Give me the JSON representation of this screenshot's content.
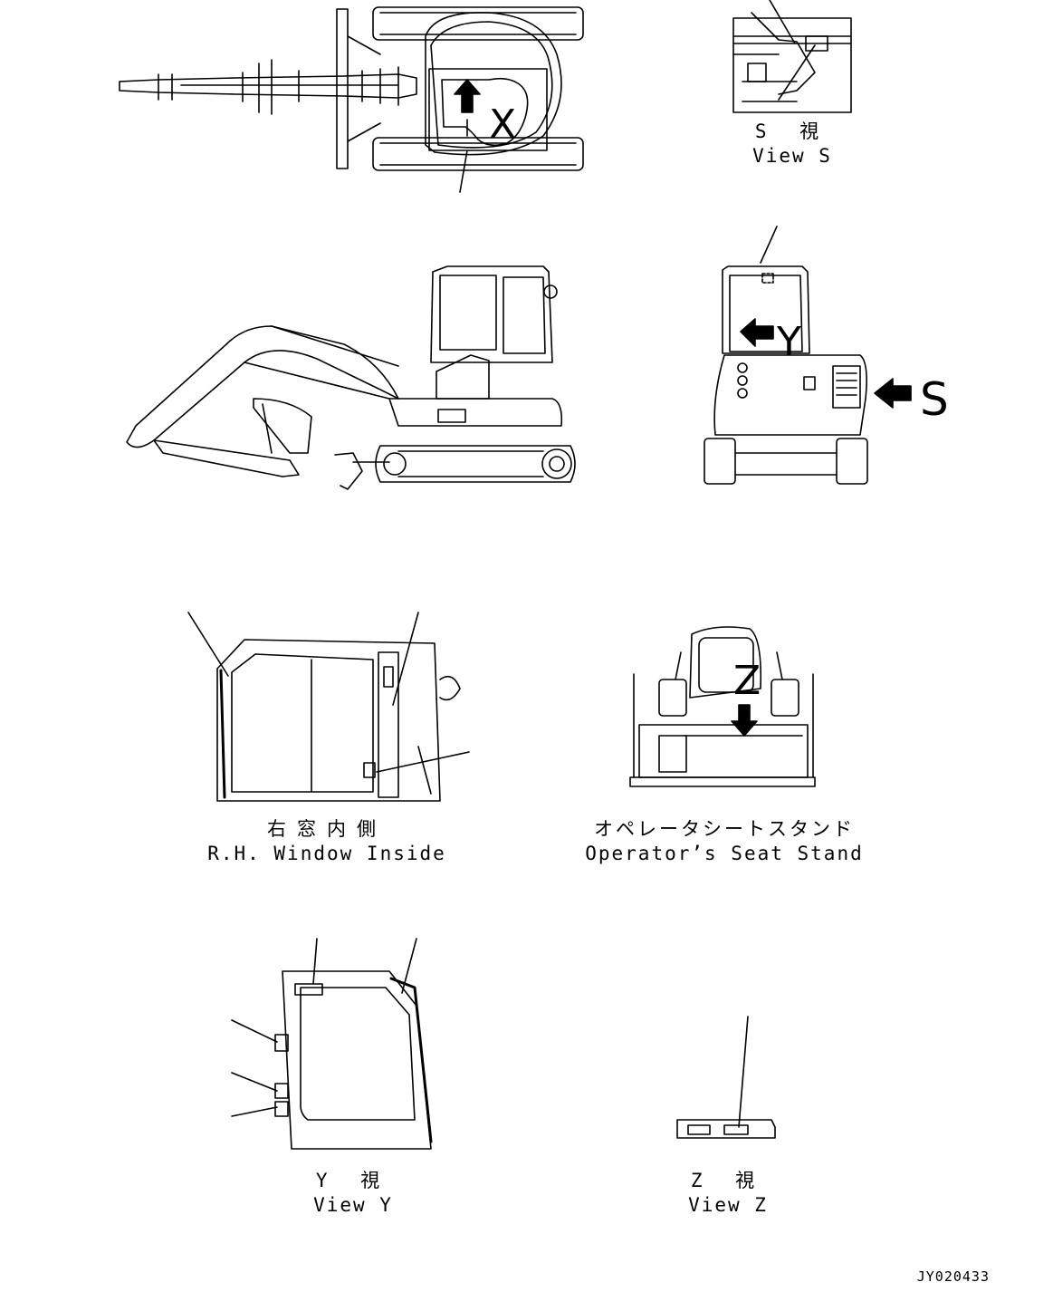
{
  "markers": {
    "x": "X",
    "y": "Y",
    "s": "S",
    "z": "Z"
  },
  "captions": {
    "view_s": {
      "jp": "S 視",
      "en": "View S"
    },
    "rh_window": {
      "jp": "右窓内側",
      "en": "R.H. Window Inside"
    },
    "seat": {
      "jp": "オペレータシートスタンド",
      "en": "Operator’s Seat Stand"
    },
    "view_y": {
      "jp": "Y 視",
      "en": "View Y"
    },
    "view_z": {
      "jp": "Z 視",
      "en": "View Z"
    }
  },
  "document_id": "JY020433",
  "colors": {
    "line": "#000000",
    "background": "#ffffff"
  }
}
